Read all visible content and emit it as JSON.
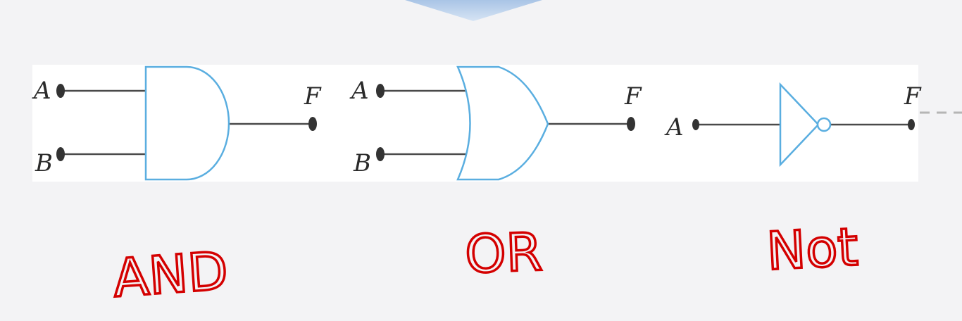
{
  "gates": [
    {
      "id": "and",
      "inputs": [
        "A",
        "B"
      ],
      "output": "F",
      "caption": "AND"
    },
    {
      "id": "or",
      "inputs": [
        "A",
        "B"
      ],
      "output": "F",
      "caption": "OR"
    },
    {
      "id": "not",
      "inputs": [
        "A"
      ],
      "output": "F",
      "caption": "Not"
    }
  ],
  "colors": {
    "background": "#f3f3f5",
    "panel": "#ffffff",
    "gate_outline": "#5aaee0",
    "wire": "#4a4a4a",
    "terminal": "#333333",
    "caption_ink": "#d40000",
    "arrow_fill": "#bcd2ec"
  }
}
